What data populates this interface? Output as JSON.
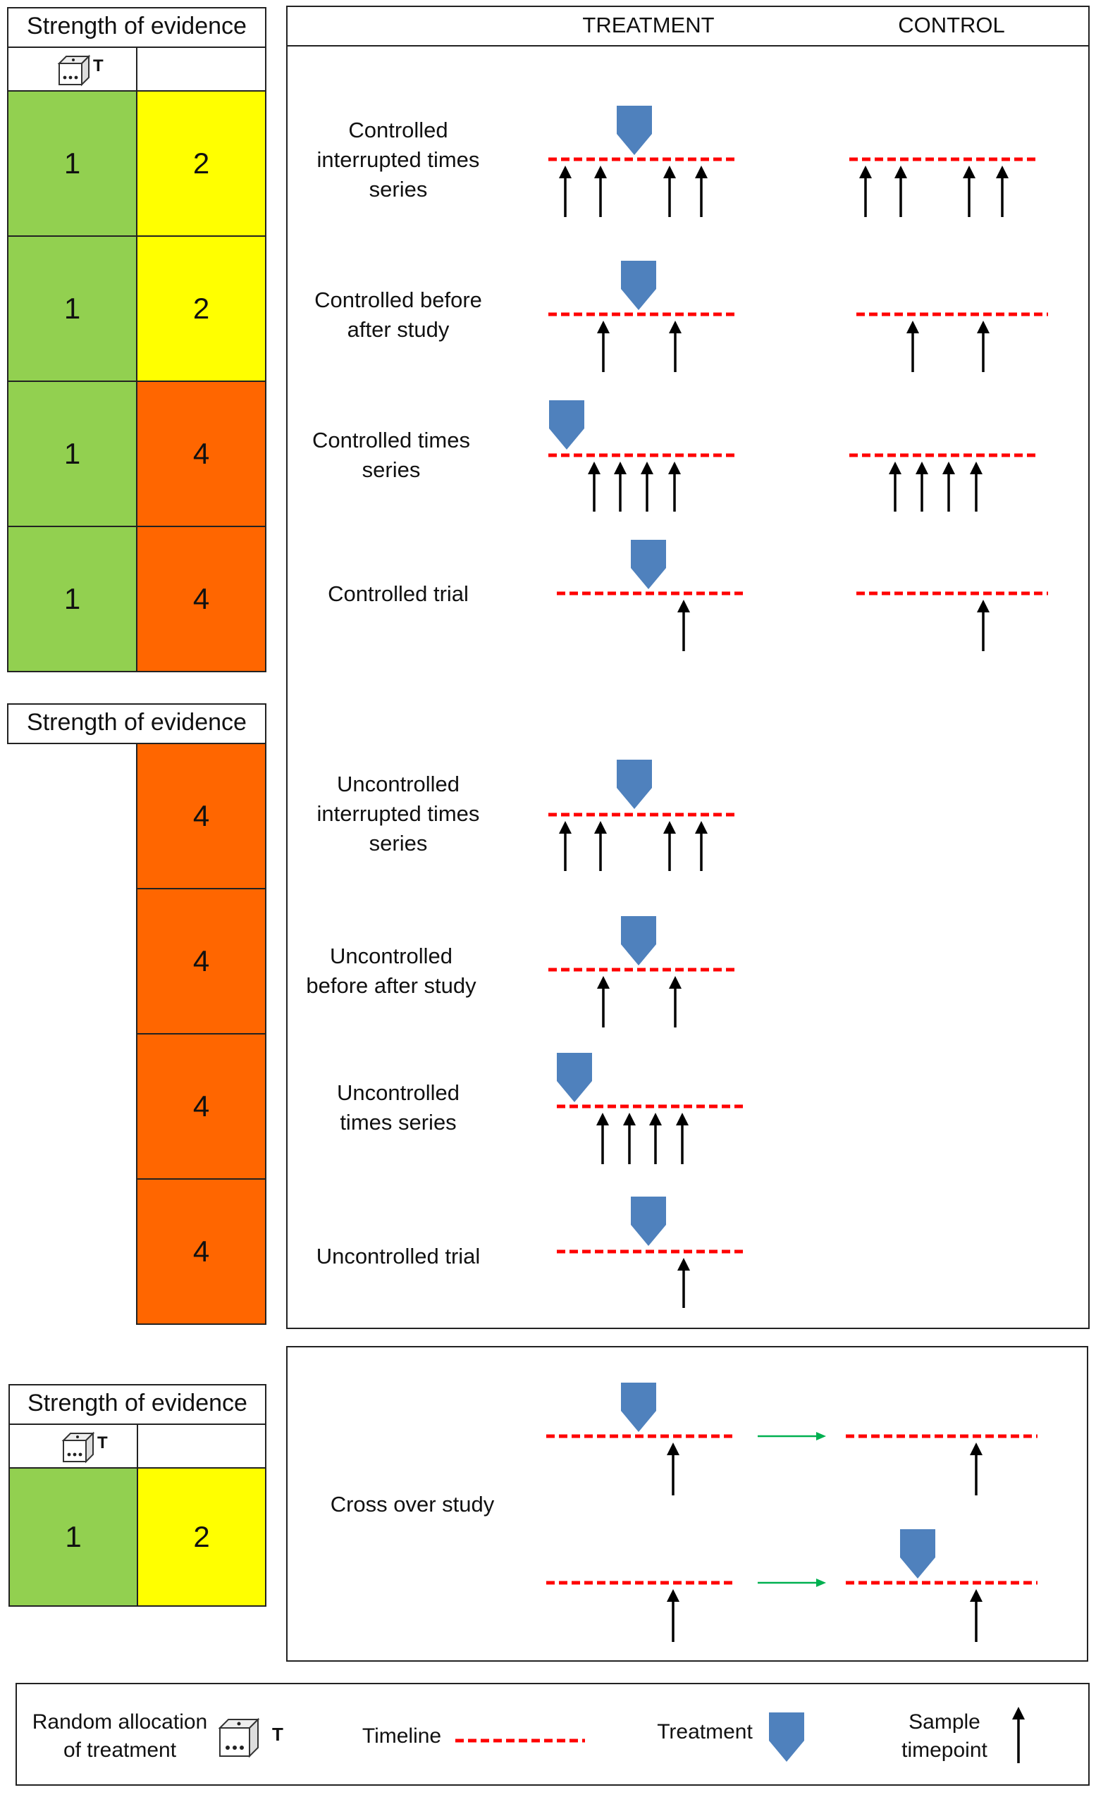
{
  "evidence_header": "Strength of evidence",
  "random_marker": "T",
  "columns": {
    "treatment": "TREATMENT",
    "control": "CONTROL"
  },
  "controlled": {
    "scores": [
      {
        "random": "1",
        "nonrandom": "2"
      },
      {
        "random": "1",
        "nonrandom": "2"
      },
      {
        "random": "1",
        "nonrandom": "4"
      },
      {
        "random": "1",
        "nonrandom": "4"
      }
    ],
    "designs": [
      "Controlled\ninterrupted times\nseries",
      "Controlled before\nafter study",
      "Controlled times\nseries",
      "Controlled trial"
    ]
  },
  "uncontrolled": {
    "scores": [
      "4",
      "4",
      "4",
      "4"
    ],
    "designs": [
      "Uncontrolled\ninterrupted times\nseries",
      "Uncontrolled\nbefore after study",
      "Uncontrolled\ntimes series",
      "Uncontrolled trial"
    ]
  },
  "crossover": {
    "scores": {
      "random": "1",
      "nonrandom": "2"
    },
    "design": "Cross over study"
  },
  "legend": {
    "random": "Random allocation\nof treatment",
    "random_marker": "T",
    "timeline": "Timeline",
    "treatment": "Treatment",
    "sample": "Sample\ntimepoint"
  },
  "colors": {
    "green": "#92d050",
    "yellow": "#ffff00",
    "orange": "#ff6600",
    "treatment_marker": "#4f81bd",
    "timeline": "#ff0000",
    "arrow": "#000000",
    "crossover_arrow": "#00b050"
  },
  "icons": {
    "random": "dice-icon",
    "treatment": "pentagon-down-icon",
    "sample": "up-arrow-icon",
    "timeline": "dashed-line-icon",
    "crossover": "right-arrow-icon"
  }
}
